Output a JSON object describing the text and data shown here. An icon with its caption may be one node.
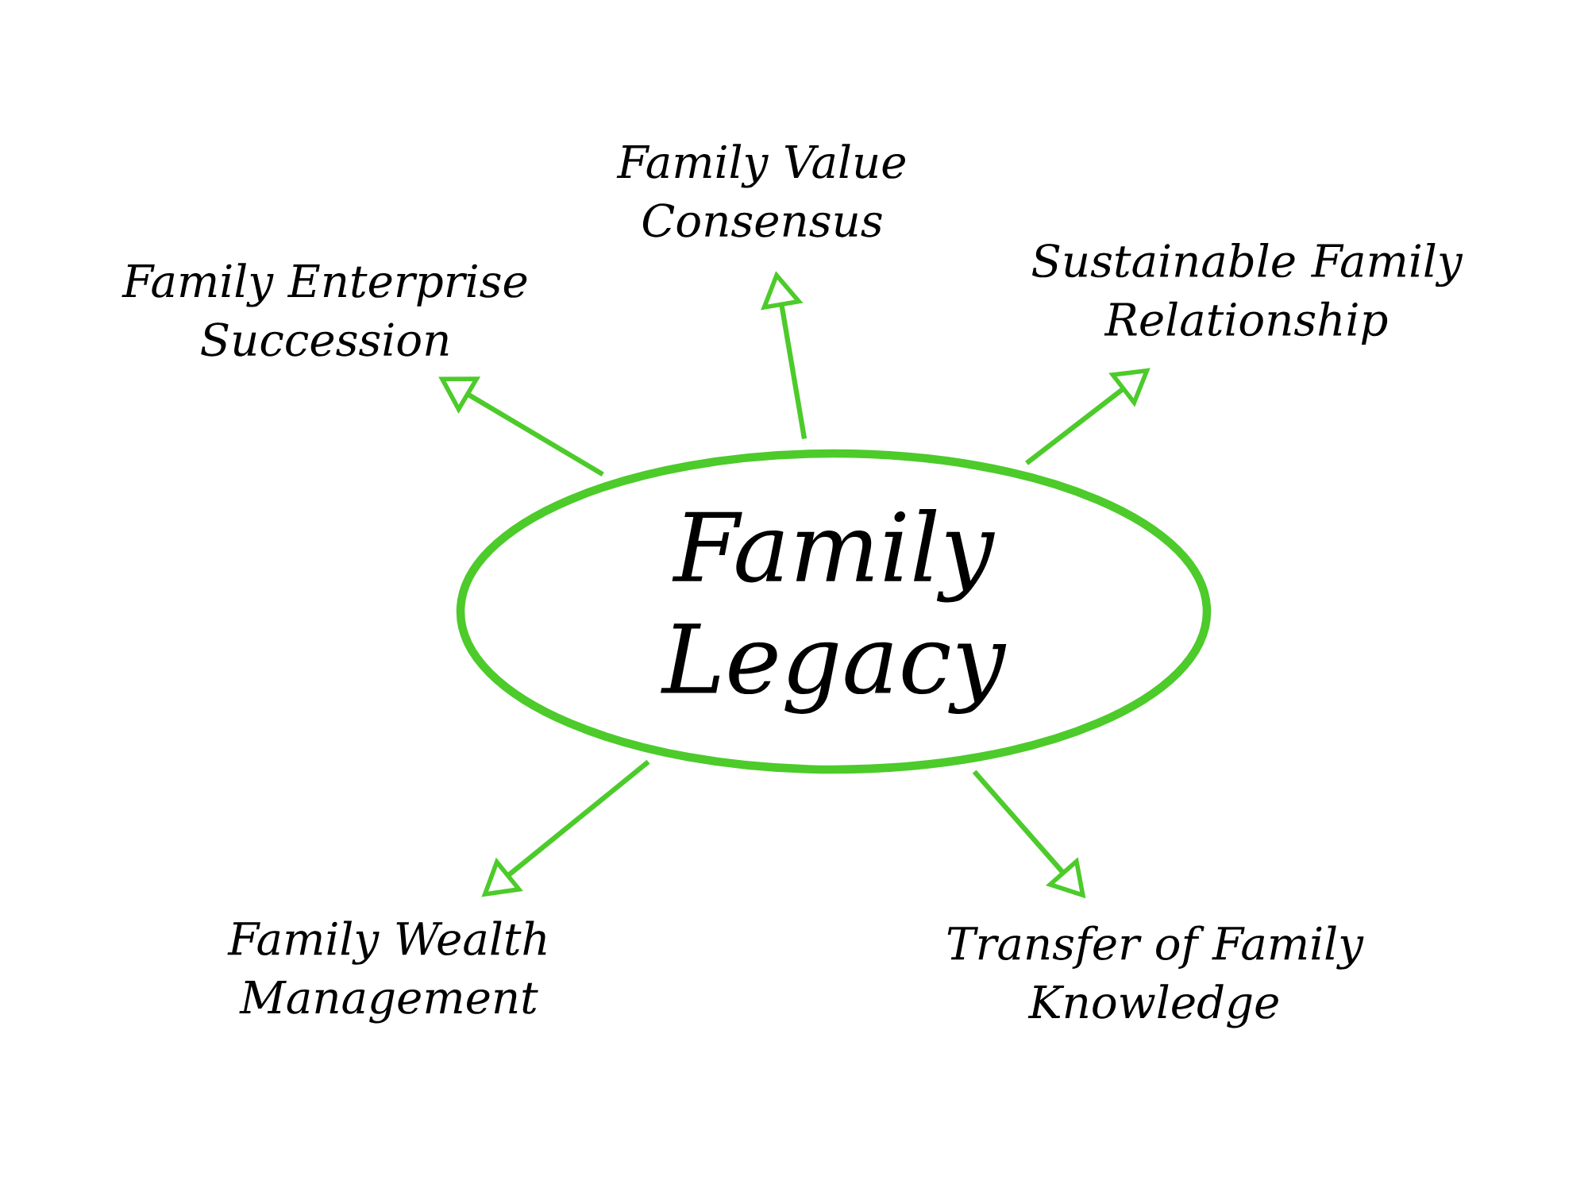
{
  "diagram": {
    "nodes": [
      {
        "text": [
          "Family Legacy"
        ]
      },
      {
        "text": [
          "Family Enterprise Succession"
        ]
      },
      {
        "text": [
          "Family Value Consensus"
        ]
      },
      {
        "text": [
          "Sustainable Family Relationship"
        ]
      },
      {
        "text": [
          "Family Wealth Management"
        ]
      },
      {
        "text": [
          "Transfer of Family Knowledge"
        ]
      }
    ],
    "edges": [
      {
        "from": 0,
        "to": 1,
        "arrow": "to"
      },
      {
        "from": 0,
        "to": 2,
        "arrow": "to"
      },
      {
        "from": 0,
        "to": 3,
        "arrow": "to"
      },
      {
        "from": 0,
        "to": 4,
        "arrow": "to"
      },
      {
        "from": 0,
        "to": 5,
        "arrow": "to"
      }
    ]
  }
}
